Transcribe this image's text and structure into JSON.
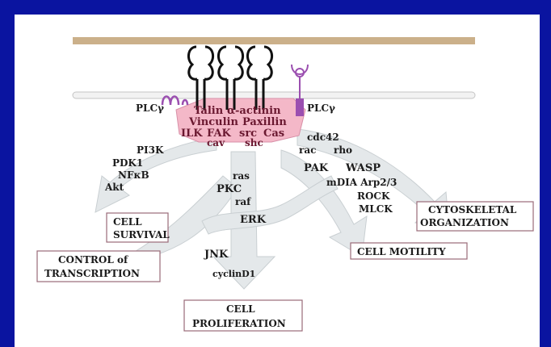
{
  "colors": {
    "slide_background": "#0a14a0",
    "panel_background": "#ffffff",
    "matrix": "#cbb08a",
    "complex_fill": "#f4b8c8",
    "complex_text": "#6a1830",
    "receptor_purple": "#9b4fb0",
    "arrow_fill": "#e4e8ea"
  },
  "complex": {
    "talin": "Talin",
    "alpha_actinin": "α-actinin",
    "vinculin": "Vinculin",
    "paxillin": "Paxillin",
    "ilk": "ILK",
    "fak": "FAK",
    "src": "src",
    "cas": "Cas",
    "cav": "cav",
    "shc": "shc"
  },
  "plc": {
    "left": "PLCγ",
    "right": "PLCγ"
  },
  "survival": {
    "pi3k": "PI3K",
    "pdk1": "PDK1",
    "nfkb": "NFκB",
    "akt": "Akt"
  },
  "central": {
    "ras": "ras",
    "pkc": "PKC",
    "raf": "raf",
    "erk": "ERK",
    "jnk": "JNK",
    "cyclin_d1": "cyclinD1"
  },
  "motility": {
    "cdc42": "cdc42",
    "rac": "rac",
    "rho": "rho",
    "pak": "PAK",
    "wasp": "WASP",
    "mdia_arp23": "mDIA Arp2/3",
    "rock": "ROCK",
    "mlck": "MLCK"
  },
  "outcomes": {
    "survival": {
      "line1": "CELL",
      "line2": "SURVIVAL"
    },
    "transcription": {
      "line1": "CONTROL of",
      "line2": "TRANSCRIPTION"
    },
    "proliferation": {
      "line1": "CELL",
      "line2": "PROLIFERATION"
    },
    "motility": {
      "line1": "CELL MOTILITY"
    },
    "cytoskeletal": {
      "line1": "CYTOSKELETAL",
      "line2": "ORGANIZATION"
    }
  }
}
